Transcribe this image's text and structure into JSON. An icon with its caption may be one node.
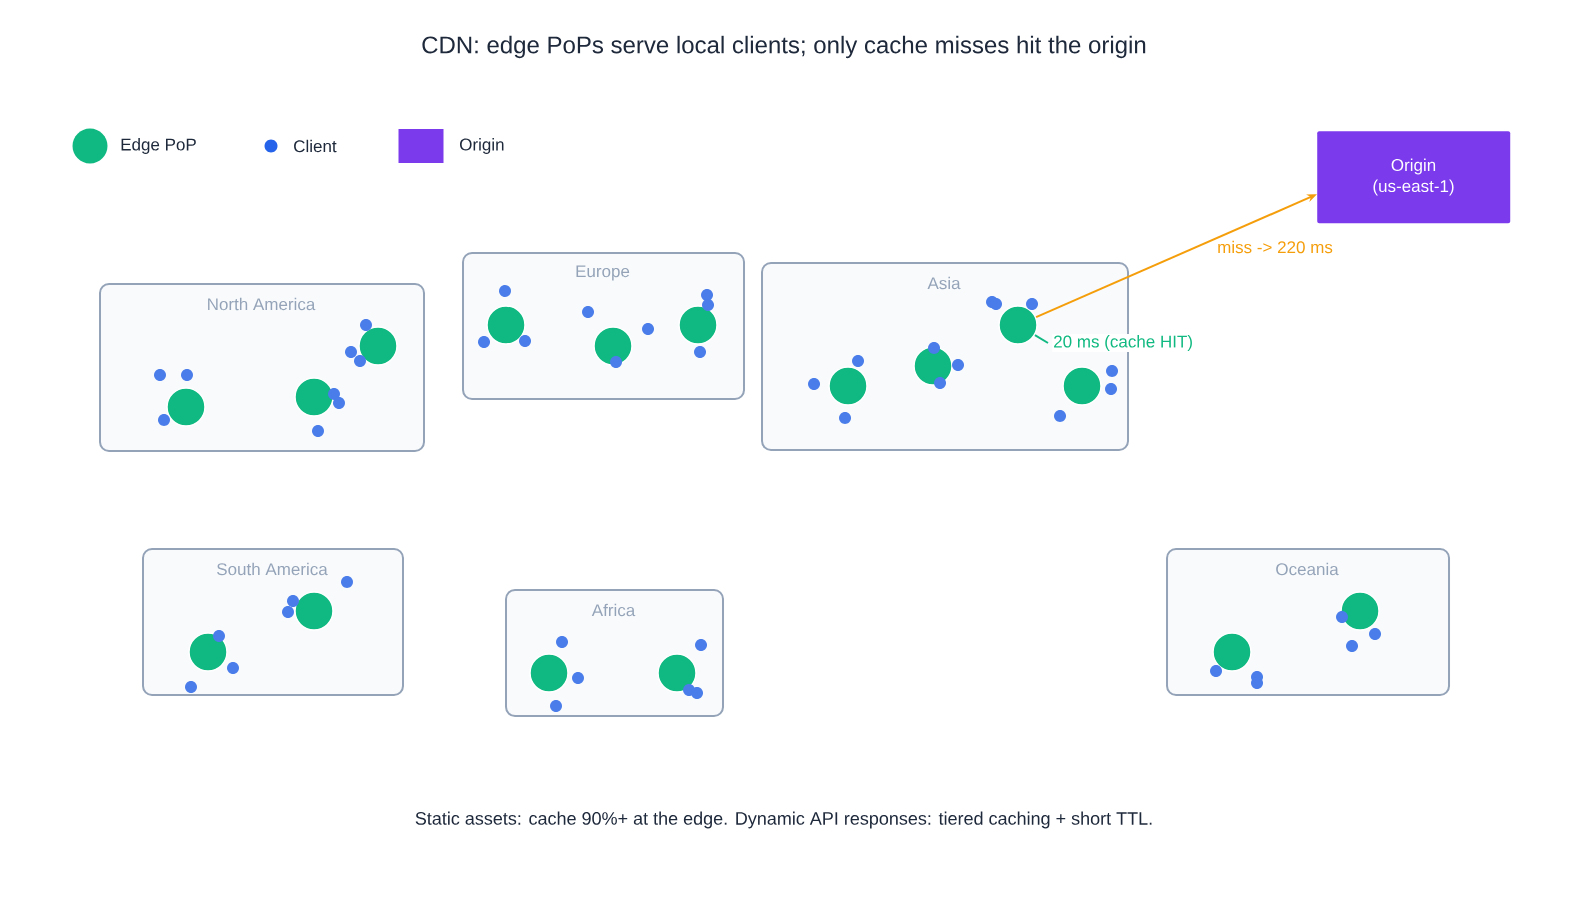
{
  "diagram": {
    "title": "CDN: edge PoPs serve local clients; only cache misses hit the origin",
    "caption": "Static assets: cache 90%+ at the edge.   Dynamic API responses: tiered caching + short TTL.",
    "nodes": [
      {
        "text": [
          "Origin (us-east-1)"
        ]
      },
      {
        "text": [
          "North America"
        ]
      },
      {
        "text": [],
        "shape": "circle",
        "in": 1
      },
      {
        "text": [],
        "shape": "circle",
        "in": 1
      },
      {
        "text": [],
        "shape": "circle",
        "in": 1
      },
      {
        "text": [],
        "shape": "dot",
        "in": 1
      },
      {
        "text": [],
        "shape": "dot",
        "in": 1
      },
      {
        "text": [],
        "shape": "dot",
        "in": 1
      },
      {
        "text": [],
        "shape": "dot",
        "in": 1
      },
      {
        "text": [],
        "shape": "dot",
        "in": 1
      },
      {
        "text": [],
        "shape": "dot",
        "in": 1
      },
      {
        "text": [],
        "shape": "dot",
        "in": 1
      },
      {
        "text": [],
        "shape": "dot",
        "in": 1
      },
      {
        "text": [],
        "shape": "dot",
        "in": 1
      },
      {
        "text": [
          "Europe"
        ]
      },
      {
        "text": [],
        "shape": "circle",
        "in": 14
      },
      {
        "text": [],
        "shape": "circle",
        "in": 14
      },
      {
        "text": [],
        "shape": "circle",
        "in": 14
      },
      {
        "text": [],
        "shape": "dot",
        "in": 14
      },
      {
        "text": [],
        "shape": "dot",
        "in": 14
      },
      {
        "text": [],
        "shape": "dot",
        "in": 14
      },
      {
        "text": [],
        "shape": "dot",
        "in": 14
      },
      {
        "text": [],
        "shape": "dot",
        "in": 14
      },
      {
        "text": [],
        "shape": "dot",
        "in": 14
      },
      {
        "text": [],
        "shape": "dot",
        "in": 14
      },
      {
        "text": [],
        "shape": "dot",
        "in": 14
      },
      {
        "text": [],
        "shape": "dot",
        "in": 14
      },
      {
        "text": [
          "Asia"
        ]
      },
      {
        "text": [],
        "shape": "circle",
        "in": 27
      },
      {
        "text": [],
        "shape": "circle",
        "in": 27
      },
      {
        "text": [],
        "shape": "circle",
        "in": 27
      },
      {
        "text": [],
        "shape": "circle",
        "in": 27
      },
      {
        "text": [],
        "shape": "dot",
        "in": 27
      },
      {
        "text": [],
        "shape": "dot",
        "in": 27
      },
      {
        "text": [],
        "shape": "dot",
        "in": 27
      },
      {
        "text": [],
        "shape": "dot",
        "in": 27
      },
      {
        "text": [],
        "shape": "dot",
        "in": 27
      },
      {
        "text": [],
        "shape": "dot",
        "in": 27
      },
      {
        "text": [],
        "shape": "dot",
        "in": 27
      },
      {
        "text": [],
        "shape": "dot",
        "in": 27
      },
      {
        "text": [],
        "shape": "dot",
        "in": 27
      },
      {
        "text": [],
        "shape": "dot",
        "in": 27
      },
      {
        "text": [],
        "shape": "dot",
        "in": 27
      },
      {
        "text": [],
        "shape": "dot",
        "in": 27
      },
      {
        "text": [
          "South America"
        ]
      },
      {
        "text": [],
        "shape": "circle",
        "in": 44
      },
      {
        "text": [],
        "shape": "circle",
        "in": 44
      },
      {
        "text": [],
        "shape": "dot",
        "in": 44
      },
      {
        "text": [],
        "shape": "dot",
        "in": 44
      },
      {
        "text": [],
        "shape": "dot",
        "in": 44
      },
      {
        "text": [],
        "shape": "dot",
        "in": 44
      },
      {
        "text": [],
        "shape": "dot",
        "in": 44
      },
      {
        "text": [],
        "shape": "dot",
        "in": 44
      },
      {
        "text": [
          "Africa"
        ]
      },
      {
        "text": [],
        "shape": "circle",
        "in": 53
      },
      {
        "text": [],
        "shape": "circle",
        "in": 53
      },
      {
        "text": [],
        "shape": "dot",
        "in": 53
      },
      {
        "text": [],
        "shape": "dot",
        "in": 53
      },
      {
        "text": [],
        "shape": "dot",
        "in": 53
      },
      {
        "text": [],
        "shape": "dot",
        "in": 53
      },
      {
        "text": [],
        "shape": "dot",
        "in": 53
      },
      {
        "text": [],
        "shape": "dot",
        "in": 53
      },
      {
        "text": [
          "Oceania"
        ]
      },
      {
        "text": [],
        "shape": "circle",
        "in": 62
      },
      {
        "text": [],
        "shape": "circle",
        "in": 62
      },
      {
        "text": [],
        "shape": "dot",
        "in": 62
      },
      {
        "text": [],
        "shape": "dot",
        "in": 62
      },
      {
        "text": [],
        "shape": "dot",
        "in": 62
      },
      {
        "text": [],
        "shape": "dot",
        "in": 62
      },
      {
        "text": [],
        "shape": "dot",
        "in": 62
      },
      {
        "text": [],
        "shape": "dot",
        "in": 62
      }
    ],
    "edges": [
      {
        "from": 30,
        "to": 0,
        "arrow": "to",
        "label": "miss -> 220 ms",
        "color": "#f59e0b"
      },
      {
        "from": 30,
        "to": null,
        "arrow": "none",
        "label": "20 ms (cache HIT)",
        "color": "#10b981"
      }
    ],
    "legend": [
      {
        "text": "Edge PoP",
        "color": "#10b981"
      },
      {
        "text": "Client",
        "color": "#2563eb"
      },
      {
        "text": "Origin",
        "color": "#7c3aed"
      }
    ]
  }
}
